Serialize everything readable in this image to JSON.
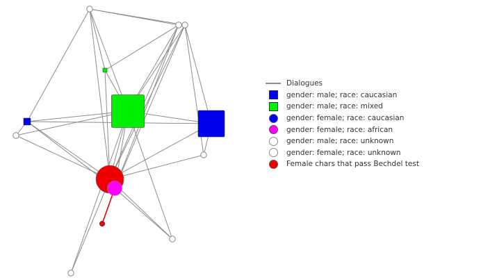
{
  "graph": {
    "colors": {
      "edge": "#8c8c8c",
      "bechdel_edge": "#ee0000",
      "male_caucasian": "#0000ee",
      "male_mixed": "#00ee00",
      "female_caucasian": "#0000ee",
      "female_african": "#ff00ff",
      "unknown_fill": "#ffffff",
      "unknown_stroke": "#888888",
      "bechdel": "#ee0000"
    }
  },
  "legend": {
    "items": [
      {
        "label": "Dialogues",
        "swatch": "line",
        "color": "#8c8c8c"
      },
      {
        "label": "gender: male; race: caucasian",
        "swatch": "square",
        "color": "#0000ee"
      },
      {
        "label": "gender: male; race: mixed",
        "swatch": "square",
        "color": "#00ee00"
      },
      {
        "label": "gender: female; race: caucasian",
        "swatch": "circle",
        "color": "#0000ee"
      },
      {
        "label": "gender: female; race: african",
        "swatch": "circle",
        "color": "#ff00ff"
      },
      {
        "label": "gender: male; race: unknown",
        "swatch": "ring",
        "color": "#888888"
      },
      {
        "label": "gender: female; race: unknown",
        "swatch": "ring",
        "color": "#888888"
      },
      {
        "label": "Female chars that pass Bechdel test",
        "swatch": "circle",
        "color": "#ee0000"
      }
    ]
  }
}
